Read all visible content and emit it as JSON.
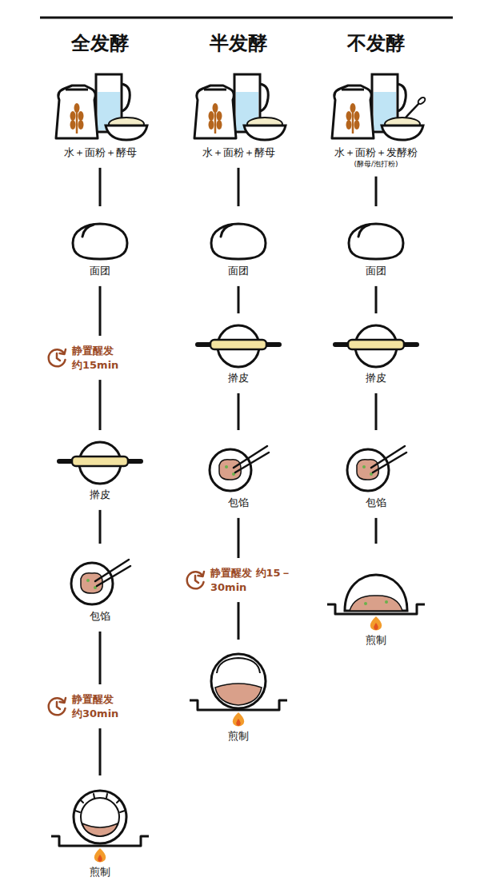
{
  "diagram": {
    "nodes": [
      {
        "text": [
          "水＋面粉＋酵母"
        ]
      },
      {
        "text": [
          "面团"
        ]
      },
      {
        "text": [
          "静置醒发 约15min"
        ]
      },
      {
        "text": [
          "擀皮"
        ]
      },
      {
        "text": [
          "包馅"
        ]
      },
      {
        "text": [
          "静置醒发 约30min"
        ]
      },
      {
        "text": [
          "煎制"
        ]
      },
      {
        "text": [
          "水＋面粉＋酵母"
        ]
      },
      {
        "text": [
          "面团"
        ]
      },
      {
        "text": [
          "擀皮"
        ]
      },
      {
        "text": [
          "包馅"
        ]
      },
      {
        "text": [
          "静置醒发 约15－30min"
        ]
      },
      {
        "text": [
          "煎制"
        ]
      },
      {
        "text": [
          "水＋面粉＋发酵粉",
          "(酵母/泡打粉)"
        ]
      },
      {
        "text": [
          "面团"
        ]
      },
      {
        "text": [
          "擀皮"
        ]
      },
      {
        "text": [
          "包馅"
        ]
      },
      {
        "text": [
          "煎制"
        ]
      }
    ],
    "edges": [
      {
        "from": 0,
        "to": 1,
        "arrow": "none"
      },
      {
        "from": 1,
        "to": 2,
        "arrow": "none"
      },
      {
        "from": 2,
        "to": 3,
        "arrow": "none"
      },
      {
        "from": 3,
        "to": 4,
        "arrow": "none"
      },
      {
        "from": 4,
        "to": 5,
        "arrow": "none"
      },
      {
        "from": 5,
        "to": 6,
        "arrow": "none"
      },
      {
        "from": 7,
        "to": 8,
        "arrow": "none"
      },
      {
        "from": 8,
        "to": 9,
        "arrow": "none"
      },
      {
        "from": 9,
        "to": 10,
        "arrow": "none"
      },
      {
        "from": 10,
        "to": 11,
        "arrow": "none"
      },
      {
        "from": 11,
        "to": 12,
        "arrow": "none"
      },
      {
        "from": 13,
        "to": 14,
        "arrow": "none"
      },
      {
        "from": 14,
        "to": 15,
        "arrow": "none"
      },
      {
        "from": 15,
        "to": 16,
        "arrow": "none"
      },
      {
        "from": 16,
        "to": 17,
        "arrow": "none"
      }
    ],
    "labels": [
      "全发酵",
      "半发酵",
      "不发酵"
    ]
  }
}
